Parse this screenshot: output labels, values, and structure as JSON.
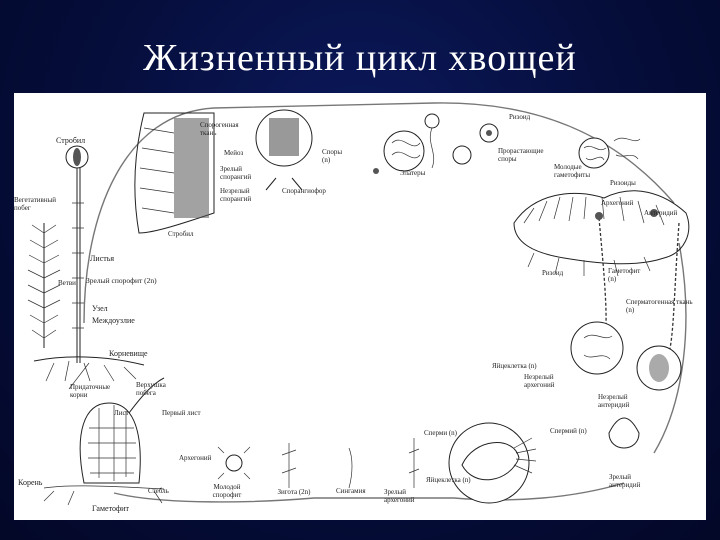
{
  "slide": {
    "title": "Жизненный цикл хвощей"
  },
  "labels": {
    "strobil": "Стробил",
    "vegetative_shoot": "Вегетативный побег",
    "leaves": "Листья",
    "branches": "Ветви",
    "mature_sporophyte": "Зрелый спорофит (2n)",
    "node": "Узел",
    "internode": "Междоузлие",
    "rhizome_sporophyte": "Корневище",
    "adventitious_roots": "Придаточные корни",
    "shoot_apex": "Верхушка побега",
    "leaf_young": "Лист",
    "first_leaf": "Первый лист",
    "root": "Корень",
    "stem": "Стебль",
    "gametophyte_bottom": "Гаметофит",
    "archegonium_bottom": "Архегоний",
    "young_sporophyte": "Молодой спорофит",
    "zygote": "Зигота (2n)",
    "syngamy": "Сингамия",
    "mature_archegonium": "Зрелый архегоний",
    "sperm_bottom": "Сперми (n)",
    "egg_cell_bottom": "Яйцеклетка (n)",
    "sporogenous_tissue": "Спорогенная ткань",
    "meiosis": "Мейоз",
    "mature_sporangium": "Зрелый спорангий",
    "immature_sporangium": "Незрелый спорангий",
    "strobilus": "Стробил",
    "spores": "Споры (n)",
    "sporangiophore": "Спорангиофор",
    "elaters": "Элатеры",
    "rhizoid_top": "Ризоид",
    "germinating_spores": "Прорастающие споры",
    "young_gametophytes": "Молодые гаметофиты",
    "rhizoids": "Ризоиды",
    "archegonium": "Архегоний",
    "antheridium": "Антеридий",
    "rhizoid_mid": "Ризоид",
    "gametophyte_n": "Гаметофит (n)",
    "spermatogenous_tissue": "Сперматогенная ткань (n)",
    "egg_cell": "Яйцеклетка (n)",
    "immature_archegonium": "Незрелый архегоний",
    "immature_antheridium": "Незрелый антеридий",
    "sperm": "Спермий (n)",
    "mature_antheridium": "Зрелый антеридий"
  }
}
